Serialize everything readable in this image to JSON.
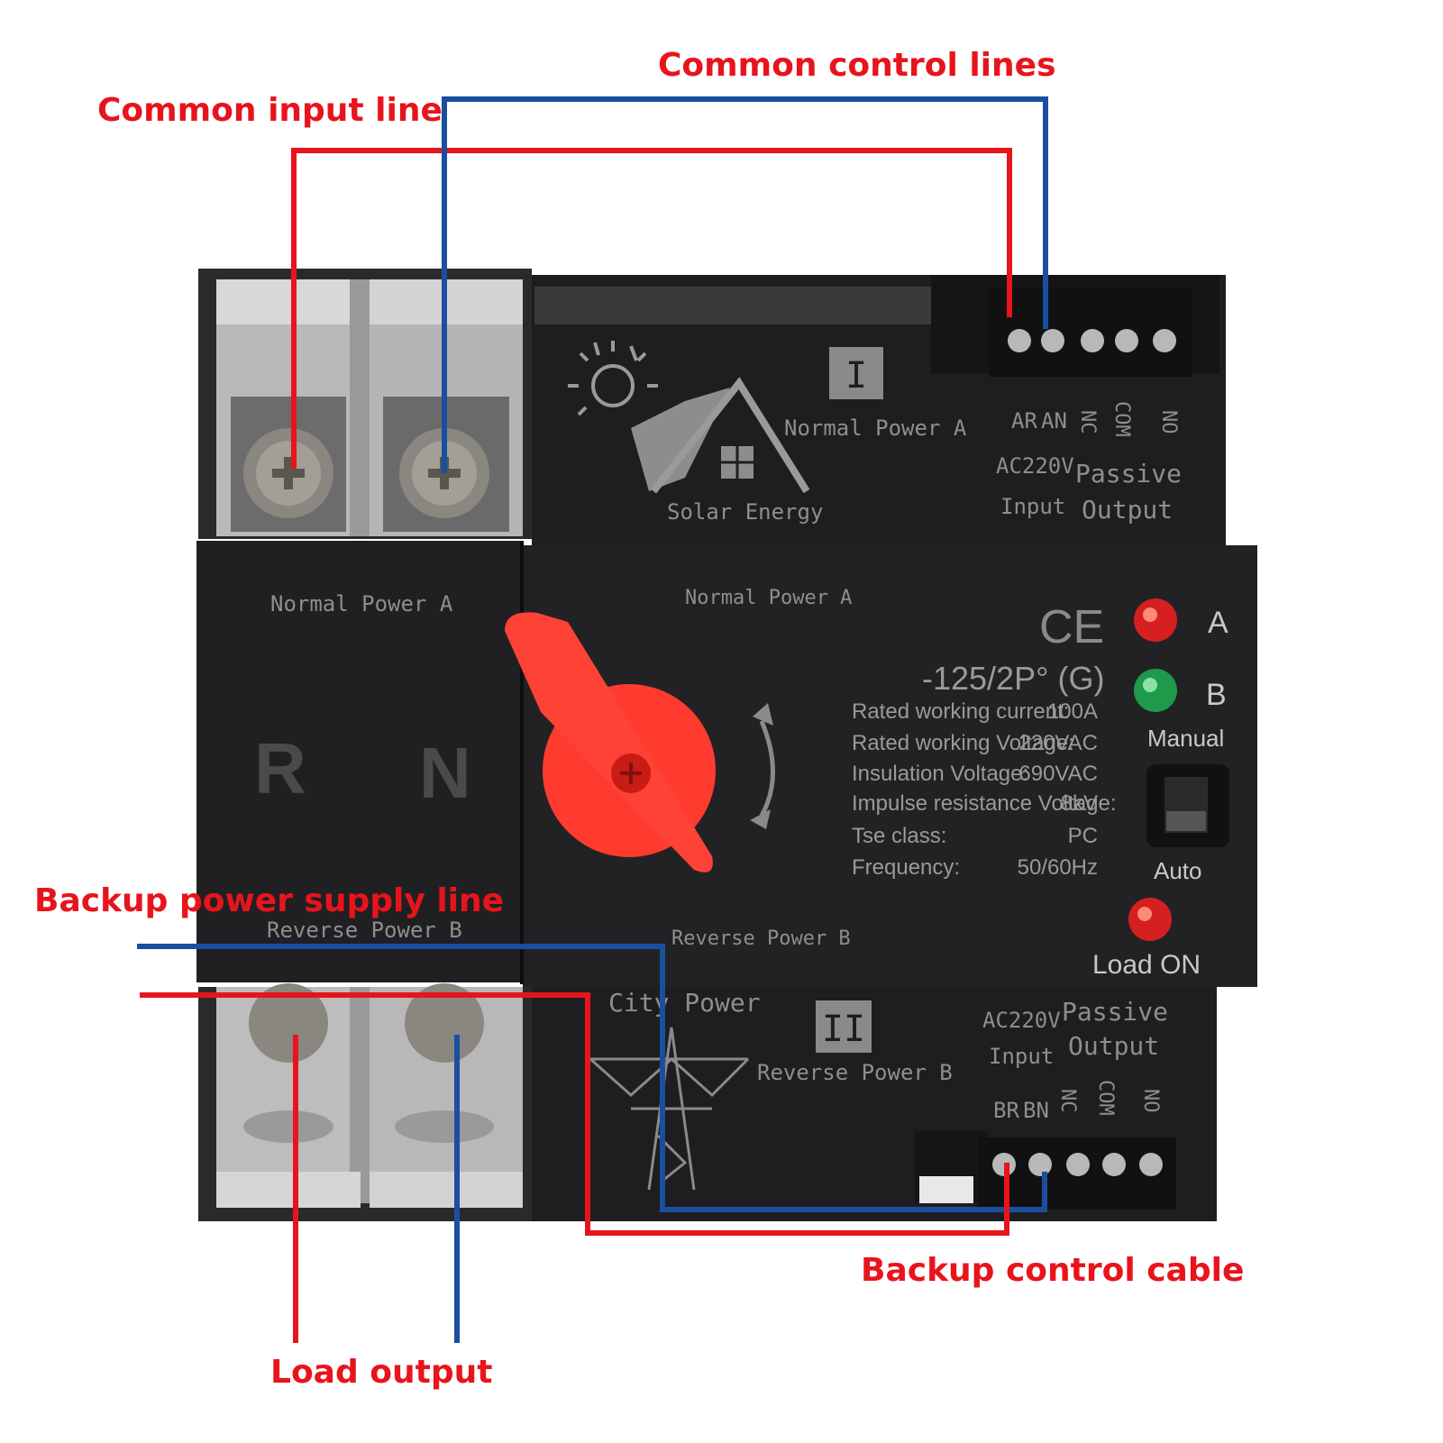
{
  "annotations": {
    "common_control_lines": "Common control lines",
    "common_input_line": "Common input line",
    "backup_power_supply_line": "Backup power supply line",
    "backup_control_cable": "Backup control cable",
    "load_output": "Load output"
  },
  "device": {
    "top_module": {
      "roman": "I",
      "logo_text": "Solar Energy",
      "power_label": "Normal Power A",
      "terminals": [
        "AR",
        "AN",
        "NC",
        "COM",
        "NO"
      ],
      "voltage": "AC220V",
      "input_label": "Input",
      "passive_label": "Passive",
      "output_label": "Output"
    },
    "left_block": {
      "top_label": "Normal Power A",
      "letter_r": "R",
      "letter_n": "N",
      "bottom_label": "Reverse Power B"
    },
    "main_panel": {
      "top_label": "Normal Power A",
      "bottom_label": "Reverse Power B",
      "ce_mark": "CE",
      "model": "-125/2P° (G)",
      "specs": [
        {
          "name": "Rated working current:",
          "value": "100A"
        },
        {
          "name": "Rated working Voltage:",
          "value": "220VAC"
        },
        {
          "name": "Insulation Voltage:",
          "value": "690VAC"
        },
        {
          "name": "Impulse resistance Voltage:",
          "value": "8kV"
        },
        {
          "name": "Tse class:",
          "value": "PC"
        },
        {
          "name": "Frequency:",
          "value": "50/60Hz"
        }
      ],
      "indicator_a": "A",
      "indicator_b": "B",
      "manual_label": "Manual",
      "auto_label": "Auto",
      "load_on_label": "Load ON"
    },
    "bottom_module": {
      "logo_text": "City Power",
      "roman": "II",
      "power_label": "Reverse Power B",
      "voltage": "AC220V",
      "input_label": "Input",
      "passive_label": "Passive",
      "output_label": "Output",
      "terminals": [
        "BR",
        "BN",
        "NC",
        "COM",
        "NO"
      ]
    }
  },
  "colors": {
    "red_wire": "#e8141c",
    "blue_wire": "#1a4fa0",
    "device_body": "#202022",
    "handle": "#ff3b30",
    "led_red": "#d62020",
    "led_green": "#1f9a4a"
  }
}
